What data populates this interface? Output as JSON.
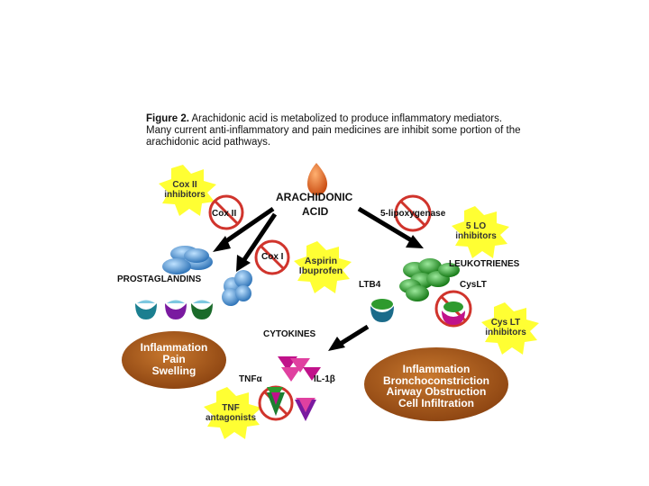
{
  "caption": {
    "lead": "Figure 2.",
    "text": "Arachidonic acid is metabolized to produce inflammatory mediators.  Many current anti-inflammatory and pain medicines are inhibit some portion of the arachidonic acid pathways."
  },
  "labels": {
    "arachidonic_line1": "ARACHIDONIC",
    "arachidonic_line2": "ACID",
    "cox2": "Cox II",
    "cox1": "Cox I",
    "lipoxygenase": "5-lipoxygenase",
    "prostaglandins": "PROSTAGLANDINS",
    "leukotrienes": "LEUKOTRIENES",
    "ltb4": "LTB4",
    "cyslt": "CysLT",
    "cytokines": "CYTOKINES",
    "tnfa": "TNFα",
    "il1b": "IL-1β"
  },
  "bursts": {
    "cox2_inhibitors": [
      "Cox II",
      "inhibitors"
    ],
    "aspirin": [
      "Aspirin",
      "Ibuprofen"
    ],
    "lo_inhibitors": [
      "5 LO",
      "inhibitors"
    ],
    "cyslt_inhibitors": [
      "Cys LT",
      "inhibitors"
    ],
    "tnf_antagonists": [
      "TNF",
      "antagonists"
    ]
  },
  "ovals": {
    "left": [
      "Inflammation",
      "Pain",
      "Swelling"
    ],
    "right": [
      "Inflammation",
      "Bronchoconstriction",
      "Airway Obstruction",
      "Cell Infiltration"
    ]
  },
  "colors": {
    "burst_yellow": "#ffff33",
    "oval_brown": "#a8581a",
    "blue_pill": "#4a8fcf",
    "green_pill": "#2e9a2e",
    "magenta": "#c0128a",
    "teal": "#1b7f90",
    "purple": "#7a1aa0",
    "no_sign_red": "#d0342c",
    "acid_orange": "#e06020"
  }
}
